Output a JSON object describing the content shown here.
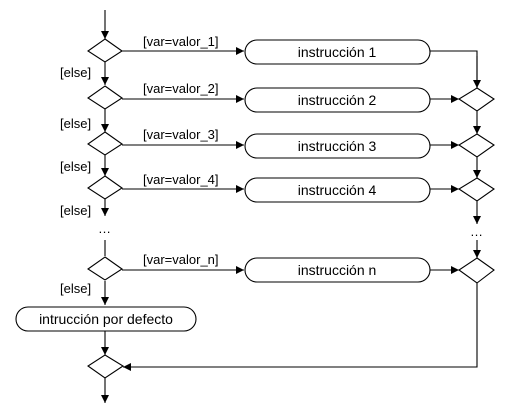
{
  "diagram": {
    "branches": [
      {
        "guard": "[var=valor_1]",
        "action": "instrucción 1",
        "else": "[else]"
      },
      {
        "guard": "[var=valor_2]",
        "action": "instrucción 2",
        "else": "[else]"
      },
      {
        "guard": "[var=valor_3]",
        "action": "instrucción 3",
        "else": "[else]"
      },
      {
        "guard": "[var=valor_4]",
        "action": "instrucción 4",
        "else": "[else]"
      },
      {
        "guard": "[var=valor_n]",
        "action": "instrucción n",
        "else": "[else]"
      }
    ],
    "ellipsis": "…",
    "default_action": "intrucción por defecto"
  }
}
